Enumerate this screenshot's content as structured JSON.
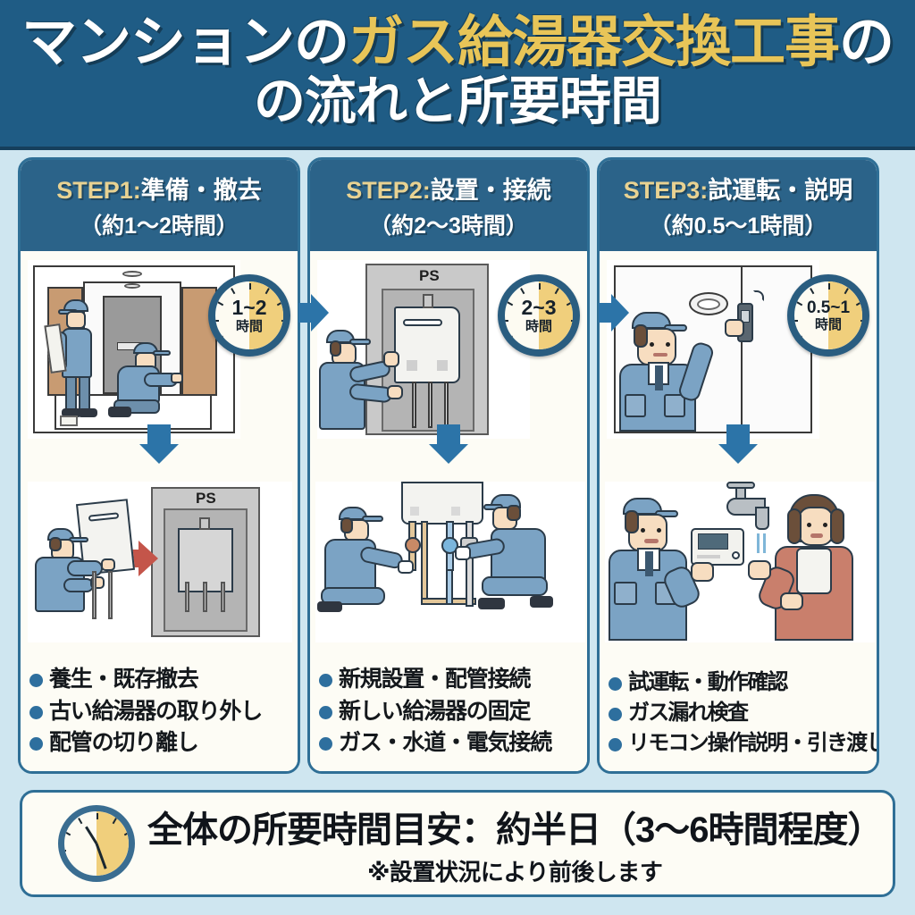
{
  "header": {
    "title_line1_plain_start": "マンションの",
    "title_line1_highlight": "ガス給湯器交換工事",
    "title_line1_plain_end": "の",
    "title_line2": "の流れと所要時間",
    "bg_color": "#1f5c85",
    "highlight_color": "#e8c558"
  },
  "steps": [
    {
      "step_label": "STEP1:",
      "step_title": "準備・撤去",
      "duration": "（約1〜2時間）",
      "clock": {
        "range": "1~2",
        "unit": "時間"
      },
      "top_panel_name": "corridor-protection-illustration",
      "bottom_panel_name": "old-heater-removal-illustration",
      "ps_label": "PS",
      "bullets": [
        "養生・既存撤去",
        "古い給湯器の取り外し",
        "配管の切り離し"
      ]
    },
    {
      "step_label": "STEP2:",
      "step_title": "設置・接続",
      "duration": "（約2〜3時間）",
      "clock": {
        "range": "2~3",
        "unit": "時間"
      },
      "top_panel_name": "new-heater-mounting-illustration",
      "bottom_panel_name": "pipe-connection-illustration",
      "ps_label": "PS",
      "bullets": [
        "新規設置・配管接続",
        "新しい給湯器の固定",
        "ガス・水道・電気接続"
      ]
    },
    {
      "step_label": "STEP3:",
      "step_title": "試運転・説明",
      "duration": "（約0.5〜1時間）",
      "clock": {
        "range": "0.5~1",
        "unit": "時間"
      },
      "top_panel_name": "gas-leak-inspection-illustration",
      "bottom_panel_name": "customer-handover-illustration",
      "ps_label": "",
      "bullets": [
        "試運転・動作確認",
        "ガス漏れ検査",
        "リモコン操作説明・引き渡し"
      ]
    }
  ],
  "footer": {
    "summary": "全体の所要時間目安：約半日（3〜6時間程度）",
    "note": "※設置状況により前後します",
    "clock_icon": "clock-icon"
  },
  "colors": {
    "page_bg": "#cfe6f0",
    "header_bg": "#1f5c85",
    "panel_border": "#2f6f96",
    "step_head_bg": "#2b6389",
    "arrow_blue": "#2c74a8",
    "clock_gold": "#f0cf7c",
    "bullet_dot": "#2e6f9e",
    "red_arrow": "#c4554a"
  }
}
